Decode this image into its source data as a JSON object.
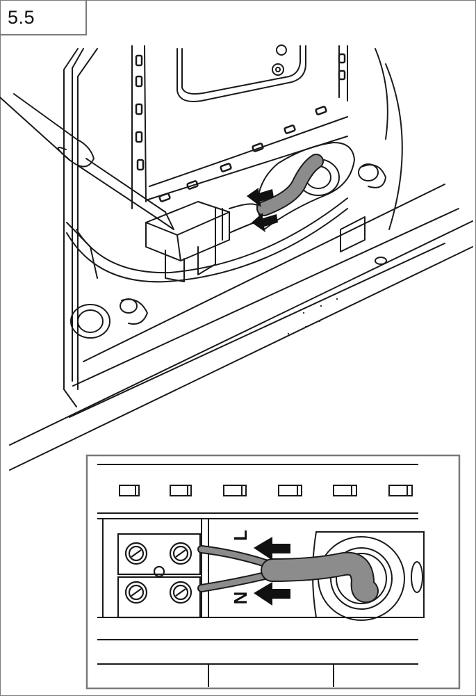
{
  "step": {
    "number": "5.5"
  },
  "detail": {
    "label_l": "L",
    "label_n": "N"
  },
  "colors": {
    "line": "#1a1a1a",
    "wire_gray": "#8c8c8c",
    "frame": "#7a7a7a",
    "arrow": "#111111"
  }
}
